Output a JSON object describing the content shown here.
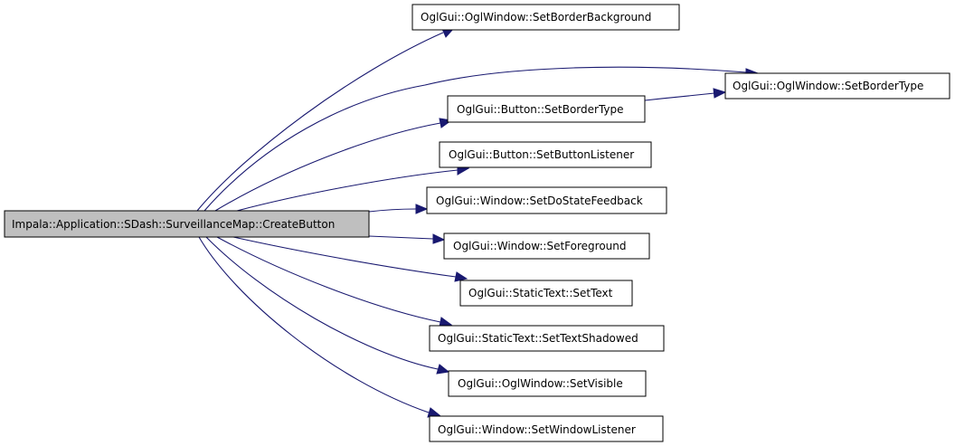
{
  "diagram": {
    "type": "call-graph",
    "colors": {
      "source_fill": "#bfbfbf",
      "node_fill": "#ffffff",
      "node_border": "#000000",
      "edge": "#191970"
    },
    "nodes": [
      {
        "id": "create-button",
        "label": "Impala::Application::SDash::SurveillanceMap::CreateButton",
        "role": "source"
      },
      {
        "id": "set-border-background",
        "label": "OglGui::OglWindow::SetBorderBackground",
        "role": "callee"
      },
      {
        "id": "oglwindow-set-border-type",
        "label": "OglGui::OglWindow::SetBorderType",
        "role": "callee"
      },
      {
        "id": "button-set-border-type",
        "label": "OglGui::Button::SetBorderType",
        "role": "callee"
      },
      {
        "id": "set-button-listener",
        "label": "OglGui::Button::SetButtonListener",
        "role": "callee"
      },
      {
        "id": "set-do-state-feedback",
        "label": "OglGui::Window::SetDoStateFeedback",
        "role": "callee"
      },
      {
        "id": "set-foreground",
        "label": "OglGui::Window::SetForeground",
        "role": "callee"
      },
      {
        "id": "set-text",
        "label": "OglGui::StaticText::SetText",
        "role": "callee"
      },
      {
        "id": "set-text-shadowed",
        "label": "OglGui::StaticText::SetTextShadowed",
        "role": "callee"
      },
      {
        "id": "set-visible",
        "label": "OglGui::OglWindow::SetVisible",
        "role": "callee"
      },
      {
        "id": "set-window-listener",
        "label": "OglGui::Window::SetWindowListener",
        "role": "callee"
      }
    ],
    "edges": [
      {
        "from": "create-button",
        "to": "set-border-background"
      },
      {
        "from": "create-button",
        "to": "oglwindow-set-border-type"
      },
      {
        "from": "create-button",
        "to": "button-set-border-type"
      },
      {
        "from": "button-set-border-type",
        "to": "oglwindow-set-border-type"
      },
      {
        "from": "create-button",
        "to": "set-button-listener"
      },
      {
        "from": "create-button",
        "to": "set-do-state-feedback"
      },
      {
        "from": "create-button",
        "to": "set-foreground"
      },
      {
        "from": "create-button",
        "to": "set-text"
      },
      {
        "from": "create-button",
        "to": "set-text-shadowed"
      },
      {
        "from": "create-button",
        "to": "set-visible"
      },
      {
        "from": "create-button",
        "to": "set-window-listener"
      }
    ]
  }
}
